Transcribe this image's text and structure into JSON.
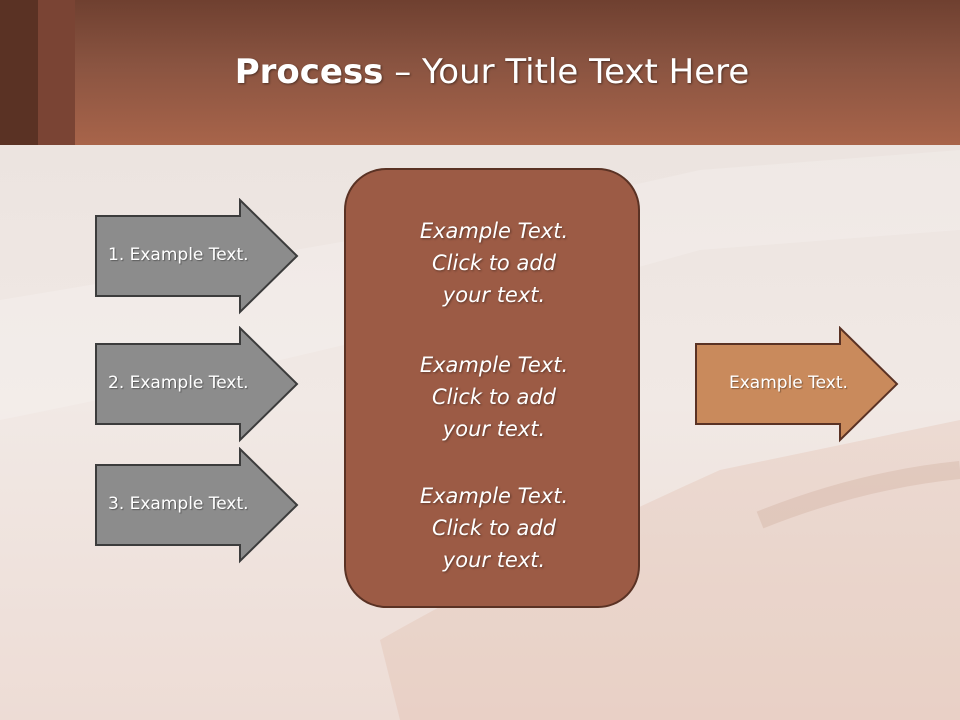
{
  "slide": {
    "title_bold": "Process",
    "title_rest": " – Your Title Text Here"
  },
  "inputs": [
    {
      "label": "1. Example Text."
    },
    {
      "label": "2. Example Text."
    },
    {
      "label": "3. Example Text."
    }
  ],
  "center": [
    {
      "line1": "Example Text.",
      "line2": "Click  to add",
      "line3": "your text."
    },
    {
      "line1": "Example Text.",
      "line2": "Click  to add",
      "line3": "your text."
    },
    {
      "line1": "Example Text.",
      "line2": "Click  to add",
      "line3": "your text."
    }
  ],
  "output": {
    "label": "Example Text."
  },
  "colors": {
    "header": "#a8644a",
    "input_arrow": "#8c8c8c",
    "center_box": "#9c5b45",
    "output_arrow": "#c98a5c"
  }
}
